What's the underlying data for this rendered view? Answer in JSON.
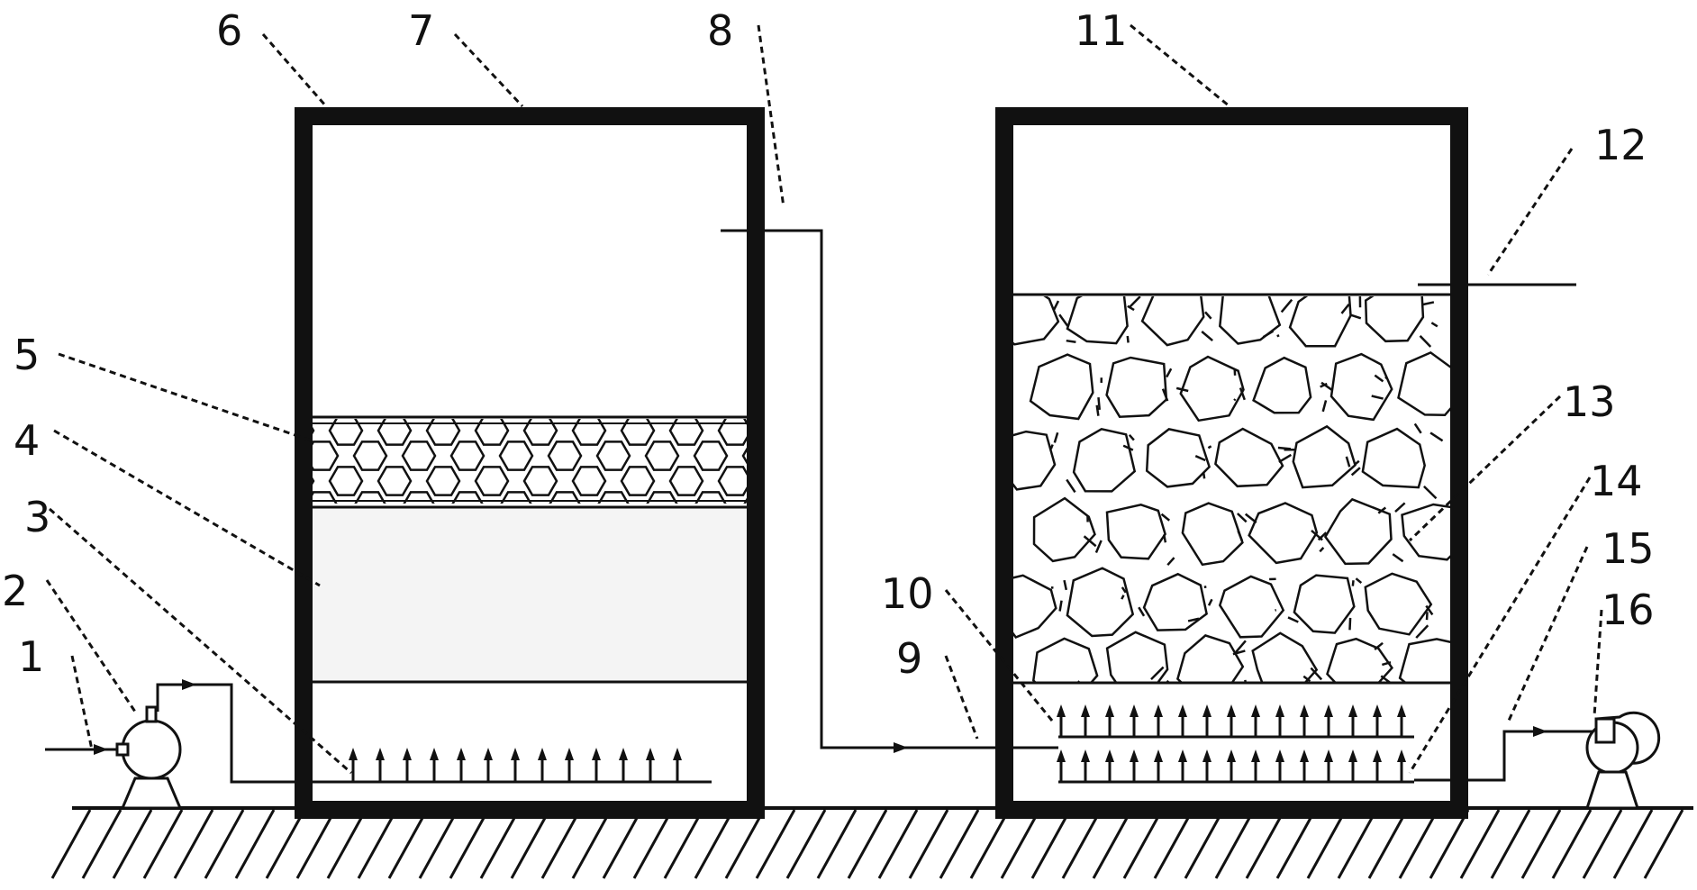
{
  "diagram": {
    "callouts": [
      {
        "id": "1",
        "label": "1"
      },
      {
        "id": "2",
        "label": "2"
      },
      {
        "id": "3",
        "label": "3"
      },
      {
        "id": "4",
        "label": "4"
      },
      {
        "id": "5",
        "label": "5"
      },
      {
        "id": "6",
        "label": "6"
      },
      {
        "id": "7",
        "label": "7"
      },
      {
        "id": "8",
        "label": "8"
      },
      {
        "id": "9",
        "label": "9"
      },
      {
        "id": "10",
        "label": "10"
      },
      {
        "id": "11",
        "label": "11"
      },
      {
        "id": "12",
        "label": "12"
      },
      {
        "id": "13",
        "label": "13"
      },
      {
        "id": "14",
        "label": "14"
      },
      {
        "id": "15",
        "label": "15"
      },
      {
        "id": "16",
        "label": "16"
      }
    ],
    "colors": {
      "line": "#111111",
      "background": "#ffffff",
      "sand": "#f4f4f4"
    }
  }
}
